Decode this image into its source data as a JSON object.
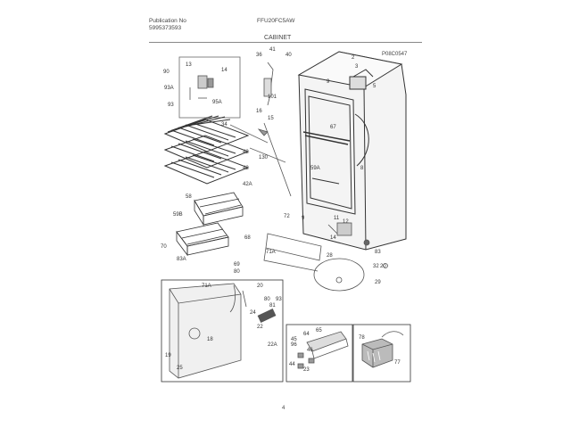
{
  "header": {
    "publication_label": "Publication No",
    "publication_number": "5995373593",
    "model": "FFU20FC5AW",
    "section": "CABINET",
    "reference_code": "P08C0547"
  },
  "page_number": "4",
  "callouts": [
    {
      "id": "c13",
      "text": "13"
    },
    {
      "id": "c14",
      "text": "14"
    },
    {
      "id": "c90",
      "text": "90"
    },
    {
      "id": "c93a",
      "text": "93A"
    },
    {
      "id": "c93",
      "text": "93"
    },
    {
      "id": "c95a",
      "text": "95A"
    },
    {
      "id": "c36",
      "text": "36"
    },
    {
      "id": "c41",
      "text": "41"
    },
    {
      "id": "c40",
      "text": "40"
    },
    {
      "id": "c101",
      "text": "101"
    },
    {
      "id": "c16",
      "text": "16"
    },
    {
      "id": "c15",
      "text": "15"
    },
    {
      "id": "c34",
      "text": "34"
    },
    {
      "id": "c130",
      "text": "130"
    },
    {
      "id": "c42a",
      "text": "42"
    },
    {
      "id": "c42b",
      "text": "42"
    },
    {
      "id": "c42A",
      "text": "42A"
    },
    {
      "id": "c9a",
      "text": "9"
    },
    {
      "id": "c2",
      "text": "2"
    },
    {
      "id": "c3",
      "text": "3"
    },
    {
      "id": "c5",
      "text": "5"
    },
    {
      "id": "c67",
      "text": "67"
    },
    {
      "id": "c8",
      "text": "8"
    },
    {
      "id": "c58",
      "text": "58"
    },
    {
      "id": "c59a",
      "text": "59A"
    },
    {
      "id": "c59b",
      "text": "59B"
    },
    {
      "id": "c72",
      "text": "72"
    },
    {
      "id": "c9b",
      "text": "9"
    },
    {
      "id": "c11",
      "text": "11"
    },
    {
      "id": "c12",
      "text": "12"
    },
    {
      "id": "c14b",
      "text": "14"
    },
    {
      "id": "c68",
      "text": "68"
    },
    {
      "id": "c70",
      "text": "70"
    },
    {
      "id": "c71a",
      "text": "71A"
    },
    {
      "id": "c83",
      "text": "83"
    },
    {
      "id": "c32",
      "text": "32"
    },
    {
      "id": "c28",
      "text": "28"
    },
    {
      "id": "c20",
      "text": "20"
    },
    {
      "id": "c29",
      "text": "29"
    },
    {
      "id": "c83a",
      "text": "83A"
    },
    {
      "id": "c69",
      "text": "69"
    },
    {
      "id": "c80",
      "text": "80"
    },
    {
      "id": "c71A",
      "text": "71A"
    },
    {
      "id": "c20b",
      "text": "20"
    },
    {
      "id": "c80b",
      "text": "80"
    },
    {
      "id": "c81",
      "text": "81"
    },
    {
      "id": "c93b",
      "text": "93"
    },
    {
      "id": "c24",
      "text": "24"
    },
    {
      "id": "c22",
      "text": "22"
    },
    {
      "id": "c18",
      "text": "18"
    },
    {
      "id": "c22a",
      "text": "22A"
    },
    {
      "id": "c19",
      "text": "19"
    },
    {
      "id": "c25",
      "text": "25"
    },
    {
      "id": "c45",
      "text": "45"
    },
    {
      "id": "c96",
      "text": "96"
    },
    {
      "id": "c65",
      "text": "65"
    },
    {
      "id": "c64",
      "text": "64"
    },
    {
      "id": "c44",
      "text": "44"
    },
    {
      "id": "c46",
      "text": "46"
    },
    {
      "id": "c23",
      "text": "23"
    },
    {
      "id": "c78",
      "text": "78"
    },
    {
      "id": "c77",
      "text": "77"
    }
  ]
}
